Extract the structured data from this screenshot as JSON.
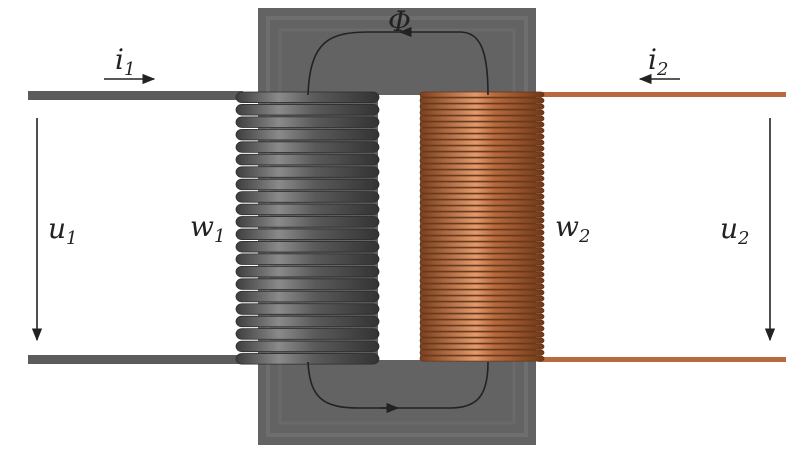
{
  "labels": {
    "flux": "Φ",
    "i1": {
      "base": "i",
      "sub": "1"
    },
    "i2": {
      "base": "i",
      "sub": "2"
    },
    "u1": {
      "base": "u",
      "sub": "1"
    },
    "u2": {
      "base": "u",
      "sub": "2"
    },
    "w1": {
      "base": "w",
      "sub": "1"
    },
    "w2": {
      "base": "w",
      "sub": "2"
    }
  },
  "colors": {
    "core": "#636363",
    "primary_winding": "#5a5a5a",
    "secondary_winding": "#b86a3e",
    "arrows": "#222222"
  }
}
